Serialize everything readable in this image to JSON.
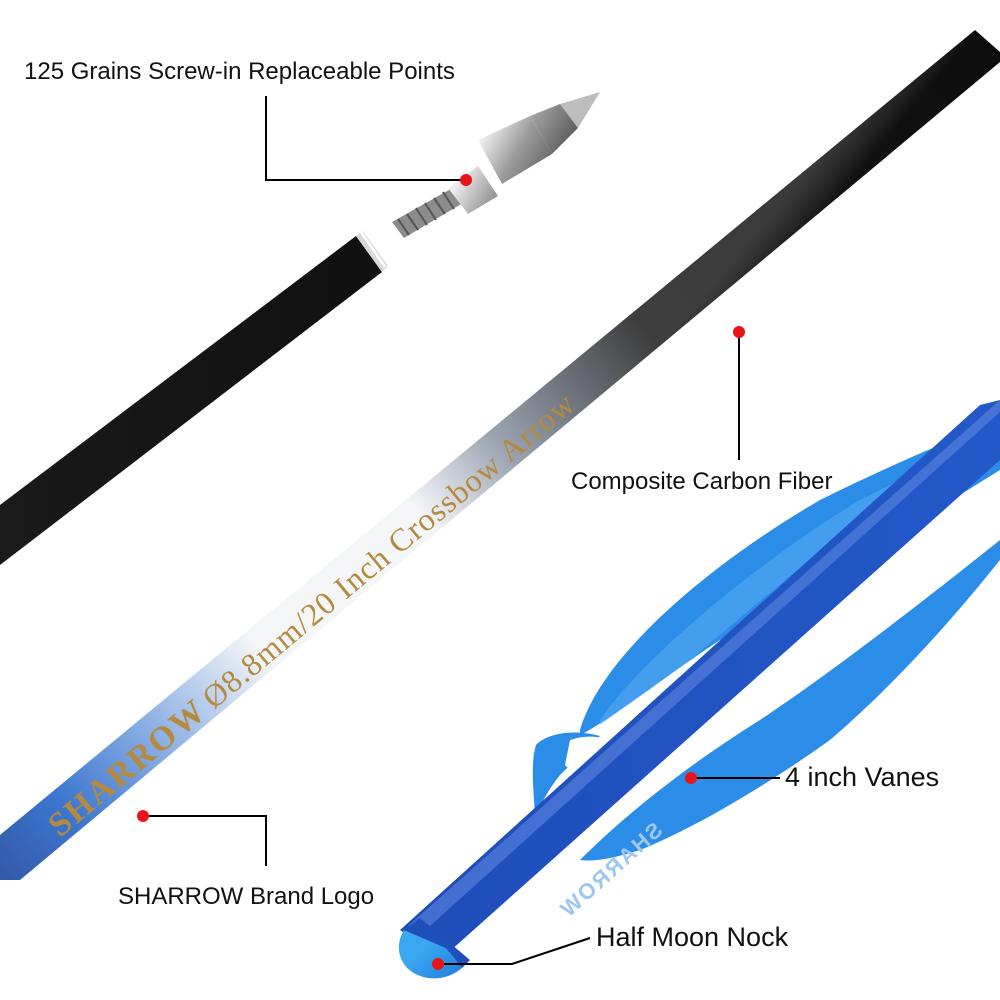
{
  "callouts": {
    "points": "125 Grains Screw-in Replaceable Points",
    "shaft": "Composite Carbon Fiber",
    "logo": "SHARROW Brand Logo",
    "vanes": "4 inch Vanes",
    "nock": "Half Moon Nock"
  },
  "shaft_print": {
    "brand": "SHARROW",
    "spec": "Ø8.8mm/20 Inch Crossbow Arrow"
  },
  "vane_print": "SHARROW",
  "colors": {
    "shaft_black": "#151515",
    "shaft_blue": "#1a5fc6",
    "gold_text": "#b48a3e",
    "vane_blue": "#2c8de8",
    "nock_blue": "#1f4fb8",
    "marker_red": "#e8141c",
    "leader_line": "#000000"
  }
}
